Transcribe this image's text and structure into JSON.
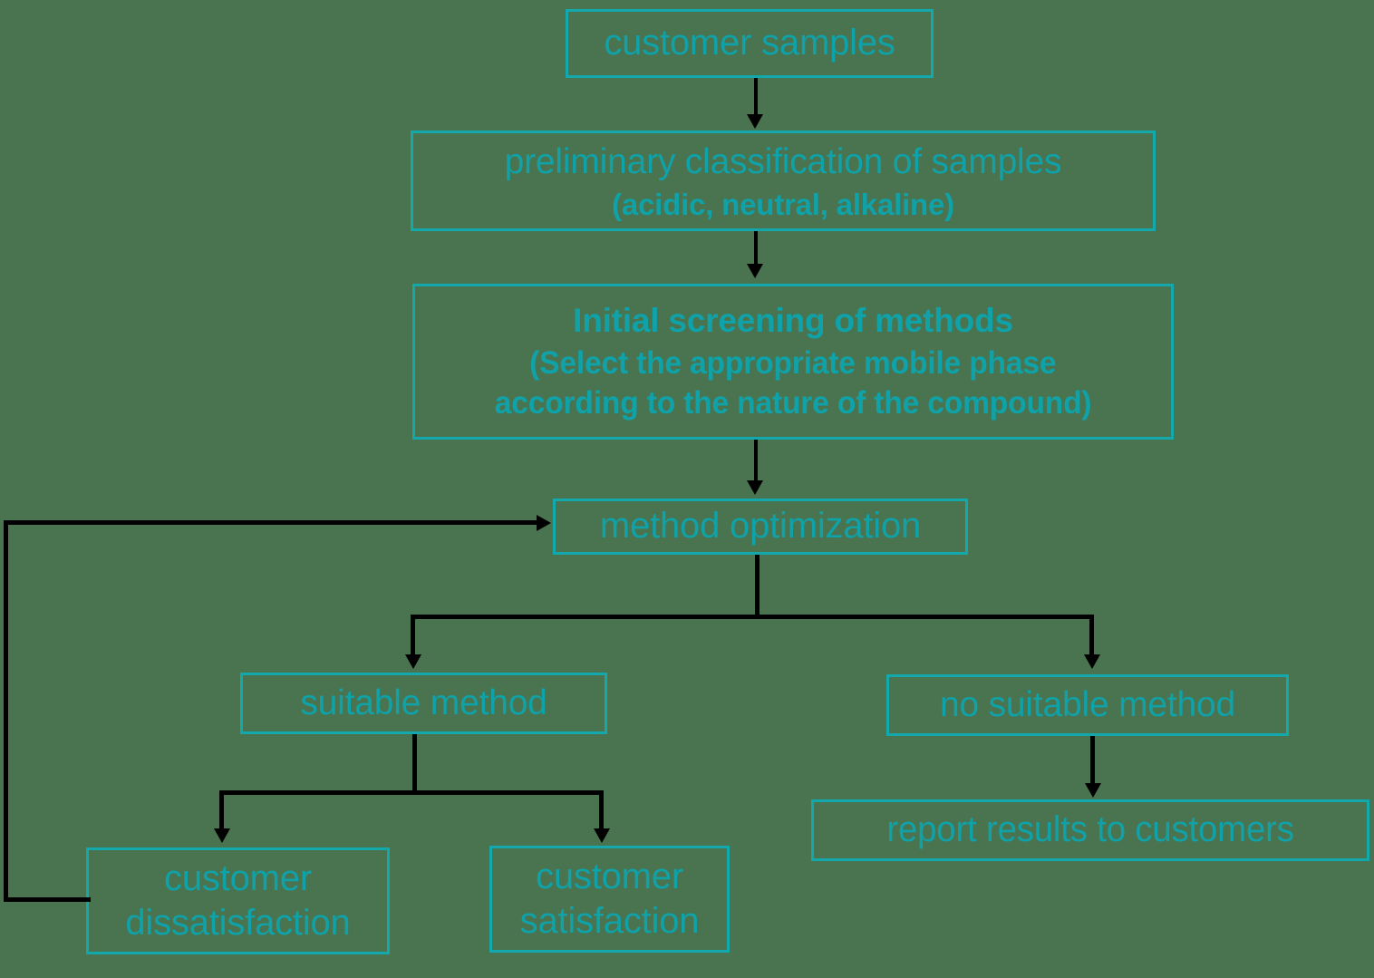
{
  "diagram": {
    "title": "HPLC method development workflow flowchart",
    "colors": {
      "background": "#4a7350",
      "node_stroke": "#12a8ac",
      "node_text": "#0fa2a8",
      "connector": "#000000"
    },
    "nodes": [
      {
        "id": "customer-samples",
        "lines": [
          "customer samples"
        ],
        "bold": [
          false
        ]
      },
      {
        "id": "preliminary-classification",
        "lines": [
          "preliminary classification of samples",
          "(acidic, neutral, alkaline)"
        ],
        "bold": [
          false,
          true
        ]
      },
      {
        "id": "initial-screening",
        "lines": [
          "Initial screening of methods",
          "(Select the appropriate mobile phase",
          "according to the nature of the compound)"
        ],
        "bold": [
          true,
          true,
          true
        ]
      },
      {
        "id": "method-optimization",
        "lines": [
          "method optimization"
        ],
        "bold": [
          false
        ]
      },
      {
        "id": "suitable-method",
        "lines": [
          "suitable method"
        ],
        "bold": [
          false
        ]
      },
      {
        "id": "no-suitable-method",
        "lines": [
          "no suitable method"
        ],
        "bold": [
          false
        ]
      },
      {
        "id": "report-results",
        "lines": [
          "report results to customers"
        ],
        "bold": [
          false
        ]
      },
      {
        "id": "customer-dissatisfaction",
        "lines": [
          "customer",
          "dissatisfaction"
        ],
        "bold": [
          false,
          false
        ]
      },
      {
        "id": "customer-satisfaction",
        "lines": [
          "customer",
          "satisfaction"
        ],
        "bold": [
          false,
          false
        ]
      }
    ],
    "edges": [
      {
        "id": "samples-to-classification",
        "from": "customer-samples",
        "to": "preliminary-classification",
        "label": ""
      },
      {
        "id": "classification-to-screening",
        "from": "preliminary-classification",
        "to": "initial-screening",
        "label": ""
      },
      {
        "id": "screening-to-optimization",
        "from": "initial-screening",
        "to": "method-optimization",
        "label": ""
      },
      {
        "id": "optimization-to-suitable",
        "from": "method-optimization",
        "to": "suitable-method",
        "label": ""
      },
      {
        "id": "optimization-to-no-suitable",
        "from": "method-optimization",
        "to": "no-suitable-method",
        "label": ""
      },
      {
        "id": "suitable-to-dissatisfaction",
        "from": "suitable-method",
        "to": "customer-dissatisfaction",
        "label": ""
      },
      {
        "id": "suitable-to-satisfaction",
        "from": "suitable-method",
        "to": "customer-satisfaction",
        "label": ""
      },
      {
        "id": "no-suitable-to-report",
        "from": "no-suitable-method",
        "to": "report-results",
        "label": ""
      },
      {
        "id": "dissatisfaction-to-optimization-feedback",
        "from": "customer-dissatisfaction",
        "to": "method-optimization",
        "label": ""
      }
    ]
  }
}
